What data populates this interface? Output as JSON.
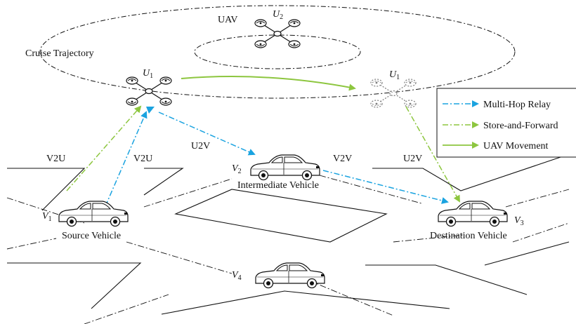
{
  "labels": {
    "cruise_trajectory": "Cruise Trajectory",
    "uav": "UAV",
    "u2": "U",
    "u2_sub": "2",
    "u1": "U",
    "u1_sub": "1",
    "u1_ghost": "U",
    "u1_ghost_sub": "1",
    "v1": "V",
    "v1_sub": "1",
    "v2": "V",
    "v2_sub": "2",
    "v3": "V",
    "v3_sub": "3",
    "v4": "V",
    "v4_sub": "4",
    "source_vehicle": "Source Vehicle",
    "intermediate_vehicle": "Intermediate Vehicle",
    "destination_vehicle": "Destination Vehicle",
    "v2u_left": "V2U",
    "v2u_right": "V2U",
    "u2v_left": "U2V",
    "u2v_right": "U2V",
    "v2v": "V2V"
  },
  "legend": {
    "items": [
      {
        "label": "Multi-Hop Relay",
        "style": "dash-dot",
        "color": "#1aa3e0"
      },
      {
        "label": "Store-and-Forward",
        "style": "dash-dot",
        "color": "#8dc63f"
      },
      {
        "label": "UAV Movement",
        "style": "solid",
        "color": "#8dc63f"
      }
    ]
  },
  "colors": {
    "relay": "#1aa3e0",
    "store_forward": "#8dc63f",
    "movement": "#8dc63f",
    "ink": "#111111"
  },
  "icons": {
    "drone": "quadcopter-icon",
    "car": "sedan-car-icon"
  }
}
